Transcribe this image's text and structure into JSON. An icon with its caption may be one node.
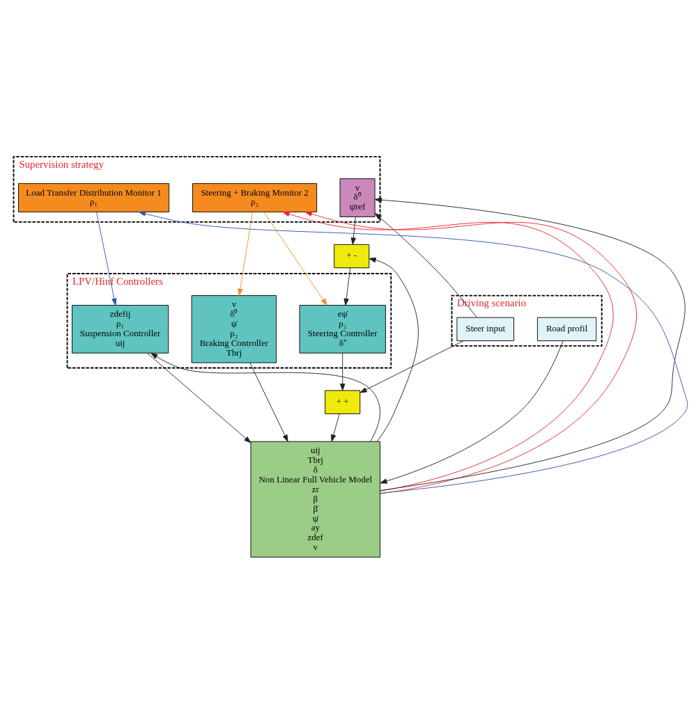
{
  "diagram": {
    "nodes": [
      {
        "text": [
          "Supervision strategy"
        ]
      },
      {
        "text": [
          "Steering + Braking Monitor 2",
          "ρ₂"
        ],
        "in": 0
      },
      {
        "text": [
          "v",
          "δ⁰",
          "ψ̇ref"
        ],
        "in": 0
      },
      {
        "text": [
          "Load Transfer Distribution Monitor 1",
          "ρ₁"
        ],
        "in": 0
      },
      {
        "text": [
          "+ -"
        ]
      },
      {
        "text": [
          "LPV/Hinf Controllers"
        ]
      },
      {
        "text": [
          "zdefij",
          "ρ₁",
          "Suspension Controller",
          "uij"
        ],
        "in": 5
      },
      {
        "text": [
          "eψ̇",
          "ρ₂",
          "Steering Controller",
          "δ⁺"
        ],
        "in": 5
      },
      {
        "text": [
          "v",
          "δ⁰",
          "ψ̇",
          "ρ₂",
          "Braking Controller",
          "Tbrj"
        ],
        "in": 5
      },
      {
        "text": [
          "Driving scenario"
        ]
      },
      {
        "text": [
          "Steer input"
        ],
        "in": 9
      },
      {
        "text": [
          "Road profil"
        ],
        "in": 9
      },
      {
        "text": [
          "+ +"
        ]
      },
      {
        "text": [
          "uij",
          "Tbrj",
          "δ",
          "Non Linear Full Vehicle Model",
          "zr",
          "β",
          "β̇",
          "ψ̇",
          "ay",
          "zdef",
          "v"
        ]
      }
    ],
    "edges": [
      {
        "from": 13,
        "to": 1,
        "arrow": "to",
        "color": "#e8262b"
      },
      {
        "from": 13,
        "to": 1,
        "arrow": "to",
        "color": "#e8262b"
      },
      {
        "from": 13,
        "to": 3,
        "arrow": "to",
        "color": "#2e55a8"
      },
      {
        "from": 13,
        "to": 2,
        "arrow": "to"
      },
      {
        "from": 10,
        "to": 2,
        "arrow": "to"
      },
      {
        "from": 2,
        "to": 4,
        "arrow": "to"
      },
      {
        "from": 13,
        "to": 4,
        "arrow": "to"
      },
      {
        "from": 4,
        "to": 7,
        "arrow": "to"
      },
      {
        "from": 1,
        "to": 7,
        "arrow": "to",
        "color": "#f28c28"
      },
      {
        "from": 1,
        "to": 8,
        "arrow": "to",
        "color": "#f28c28"
      },
      {
        "from": 3,
        "to": 6,
        "arrow": "to",
        "color": "#2e55a8"
      },
      {
        "from": 13,
        "to": 6,
        "arrow": "to"
      },
      {
        "from": 10,
        "to": 12,
        "arrow": "to"
      },
      {
        "from": 6,
        "to": 13,
        "arrow": "to"
      },
      {
        "from": 7,
        "to": 12,
        "arrow": "to"
      },
      {
        "from": 8,
        "to": 13,
        "arrow": "to"
      },
      {
        "from": 12,
        "to": 13,
        "arrow": "to"
      },
      {
        "from": 11,
        "to": 13,
        "arrow": "to"
      }
    ]
  }
}
